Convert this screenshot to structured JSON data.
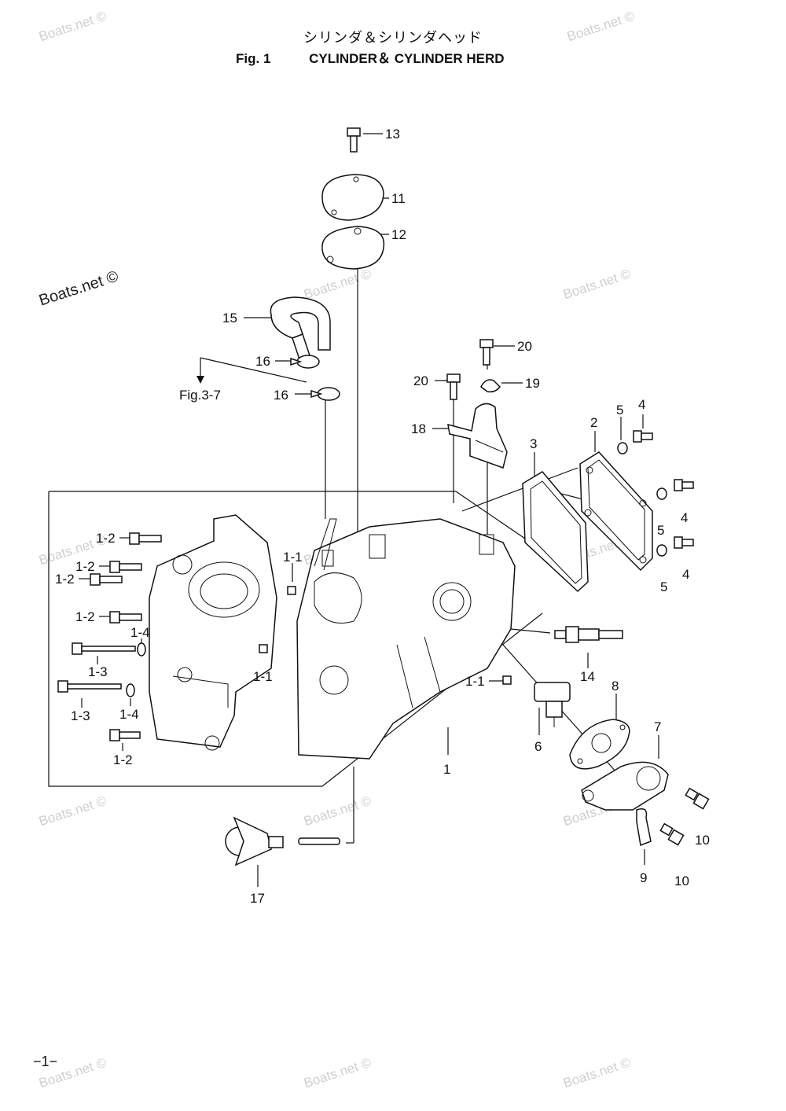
{
  "title": {
    "jp": "シリンダ＆シリンダヘッド",
    "fig": "Fig. 1",
    "en": "CYLINDER＆ CYLINDER HERD"
  },
  "watermarks": {
    "light": "Boats.net ©",
    "dark": "Boats.net ©"
  },
  "reference": "Fig.3-7",
  "page_number": "−1−",
  "callouts": {
    "c13": "13",
    "c11": "11",
    "c12": "12",
    "c15": "15",
    "c16a": "16",
    "c16b": "16",
    "c20a": "20",
    "c20b": "20",
    "c19": "19",
    "c18": "18",
    "c3": "3",
    "c2": "2",
    "c5a": "5",
    "c4a": "4",
    "c5b": "5",
    "c4b": "4",
    "c5c": "5",
    "c4c": "4",
    "c1_2a": "1-2",
    "c1_1a": "1-1",
    "c1_2b": "1-2",
    "c1_2c": "1-2",
    "c1_2d": "1-2",
    "c1_4a": "1-4",
    "c1_3a": "1-3",
    "c1_1b": "1-1",
    "c1_3b": "1-3",
    "c1_4b": "1-4",
    "c1_2e": "1-2",
    "c14": "14",
    "c1_1c": "1-1",
    "c8": "8",
    "c6": "6",
    "c7": "7",
    "c1": "1",
    "c10a": "10",
    "c9": "9",
    "c10b": "10",
    "c17": "17"
  }
}
